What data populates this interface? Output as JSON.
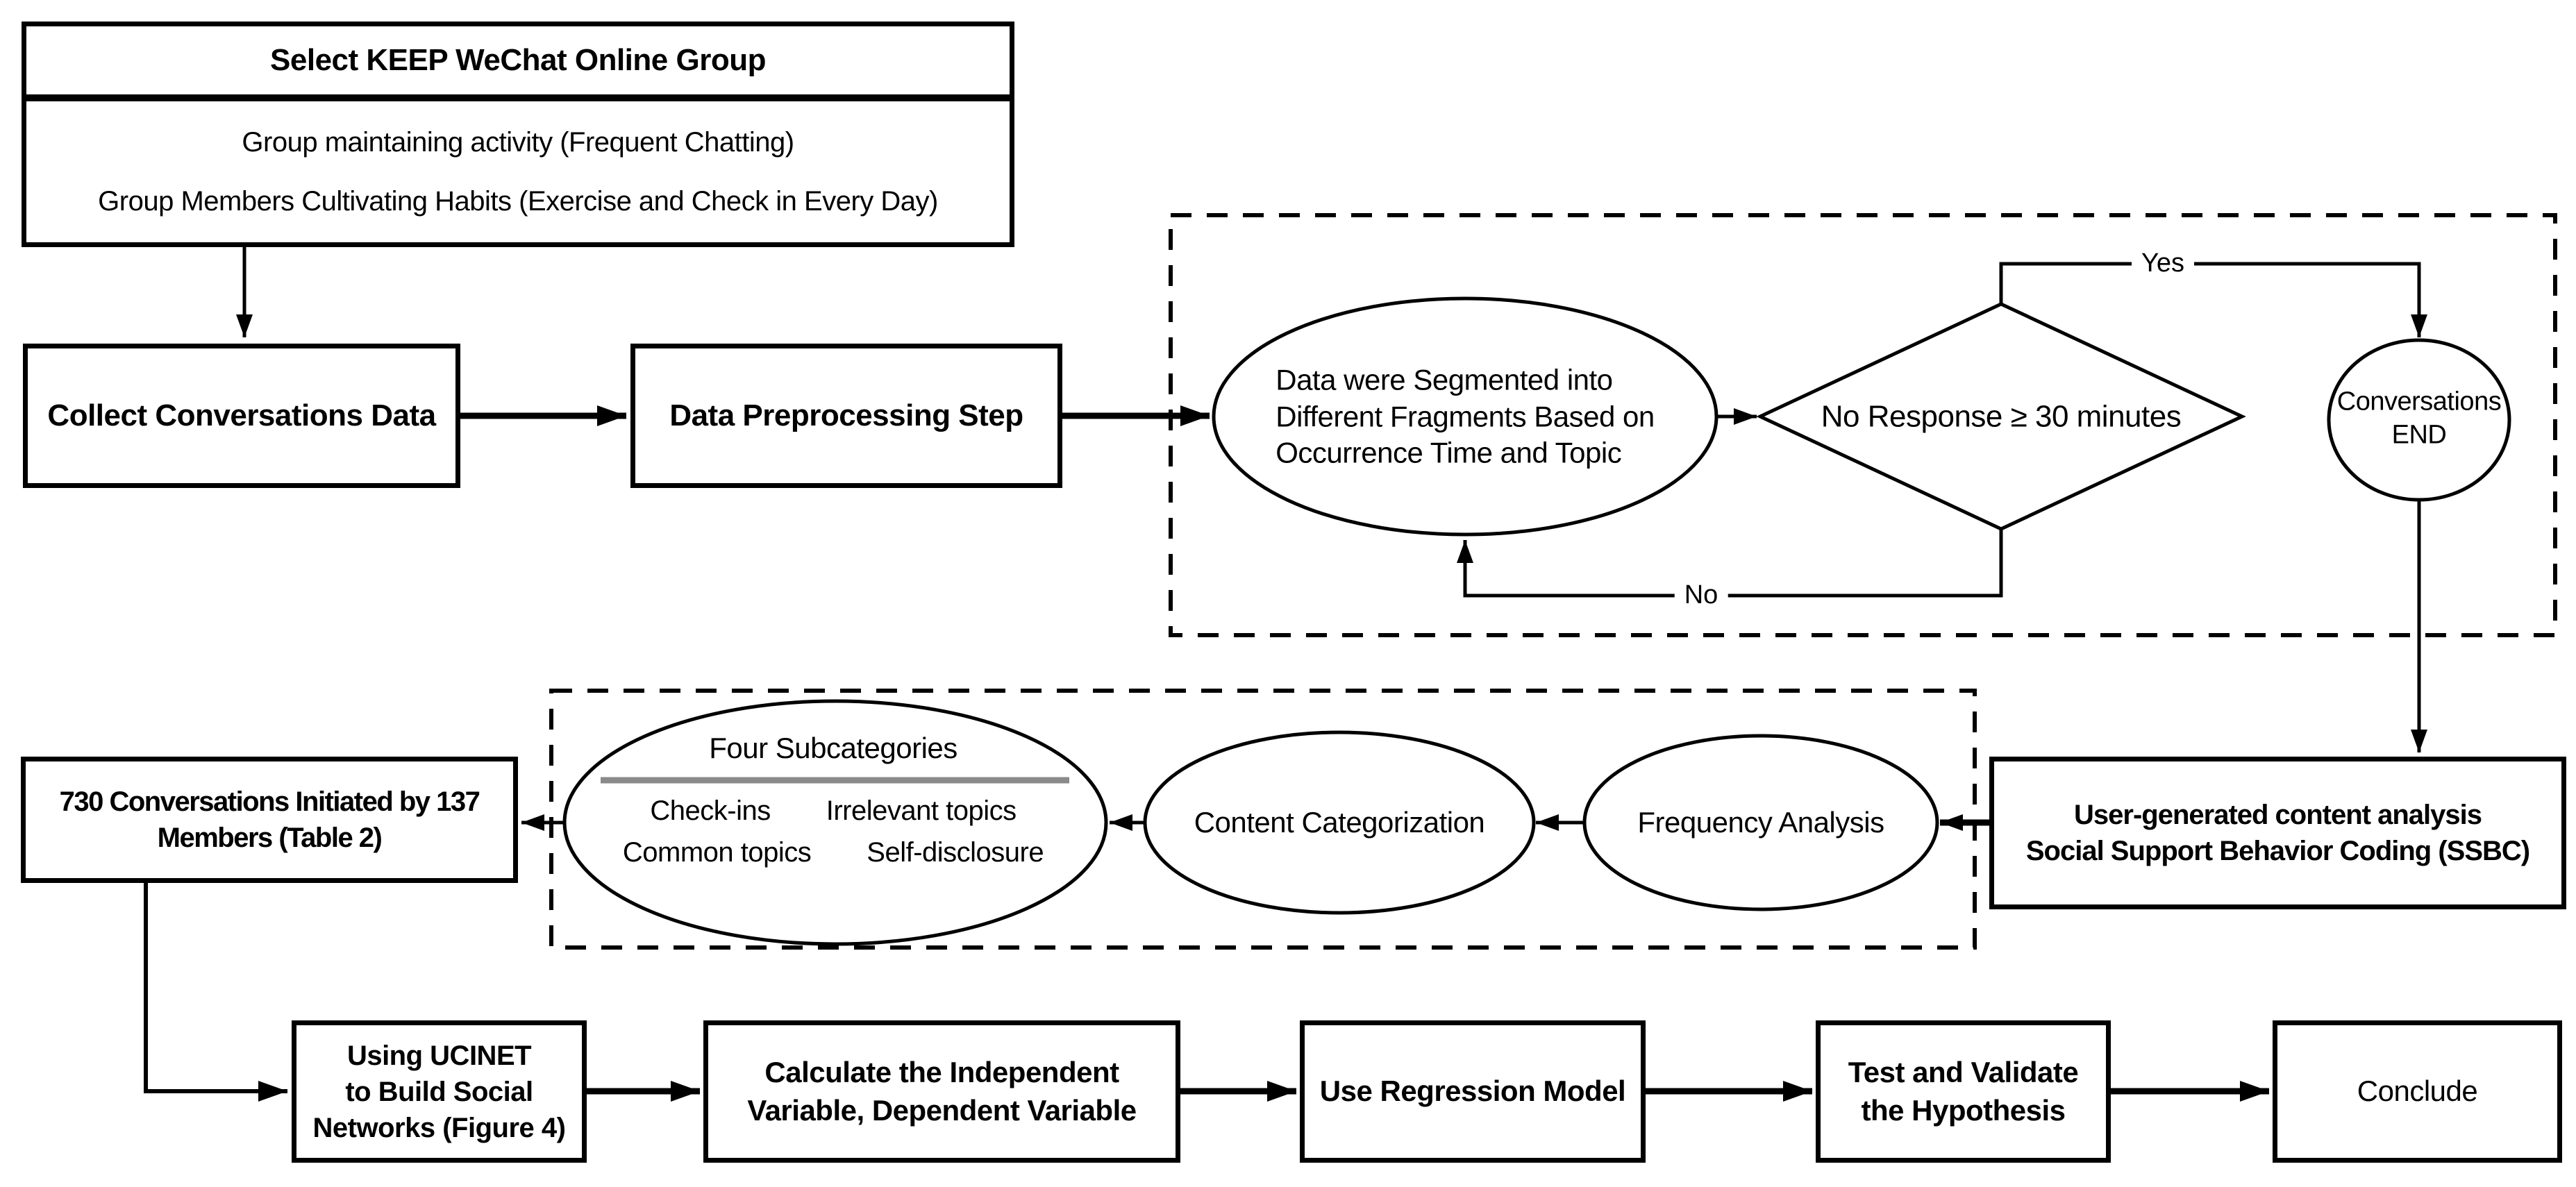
{
  "colors": {
    "line": "#000000",
    "background": "#ffffff",
    "underline": "#8a8a8a"
  },
  "edges": {
    "yes_label": "Yes",
    "no_label": "No"
  },
  "nodes": {
    "select_group": {
      "header": "Select KEEP  WeChat  Online Group",
      "line1": "Group  maintaining activity (Frequent Chatting)",
      "line2": "Group Members Cultivating Habits (Exercise and Check in Every Day)"
    },
    "collect": {
      "label": "Collect Conversations Data"
    },
    "preprocess": {
      "label": "Data Preprocessing Step"
    },
    "segment": {
      "line1": "Data were Segmented into",
      "line2": "Different Fragments Based on",
      "line3": "Occurrence Time and Topic"
    },
    "decision": {
      "label": "No Response ≥ 30 minutes"
    },
    "end": {
      "line1": "Conversations",
      "line2": "END"
    },
    "ssbc": {
      "line1": "User-generated content analysis",
      "line2": "Social Support Behavior Coding (SSBC)"
    },
    "frequency": {
      "label": "Frequency Analysis"
    },
    "content_cat": {
      "label": "Content Categorization"
    },
    "subcategories": {
      "title": "Four Subcategories",
      "items": [
        "Check-ins",
        "Irrelevant topics",
        "Common topics",
        "Self-disclosure"
      ]
    },
    "conversations": {
      "line1": "730 Conversations Initiated by 137",
      "line2": "Members (Table 2)"
    },
    "ucinet": {
      "line1": "Using UCINET",
      "line2": "to Build Social",
      "line3": "Networks (Figure 4)"
    },
    "calculate": {
      "line1": "Calculate the Independent",
      "line2": "Variable, Dependent Variable"
    },
    "regression": {
      "label": "Use Regression Model"
    },
    "test": {
      "line1": "Test and Validate",
      "line2": "the Hypothesis"
    },
    "conclude": {
      "label": "Conclude"
    }
  }
}
